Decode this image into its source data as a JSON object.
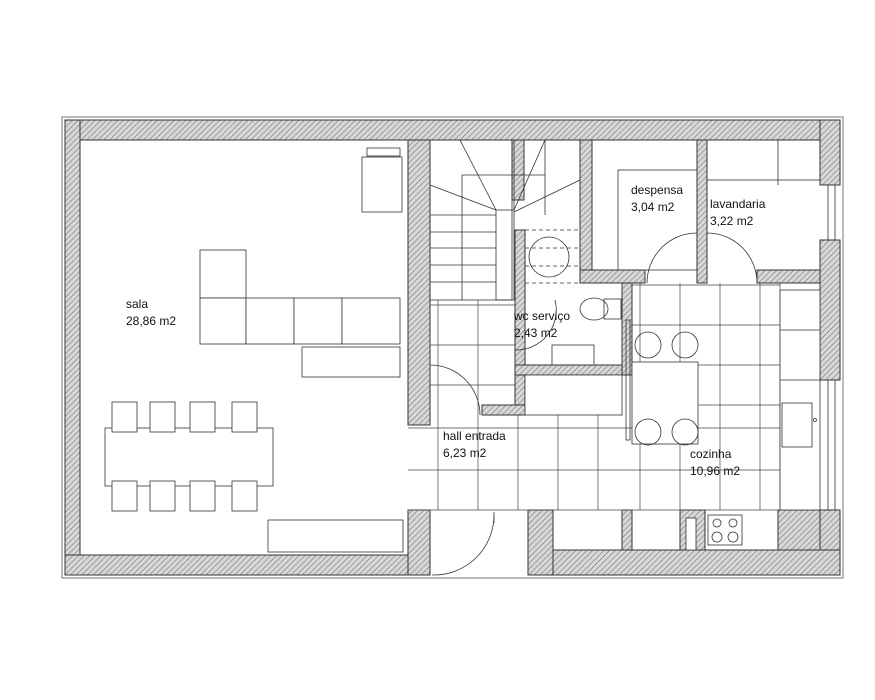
{
  "rooms": [
    {
      "name": "sala",
      "area": "28,86 m2"
    },
    {
      "name": "despensa",
      "area": "3,04 m2"
    },
    {
      "name": "lavandaria",
      "area": "3,22 m2"
    },
    {
      "name": "wc serviço",
      "area": "2,43 m2"
    },
    {
      "name": "hall entrada",
      "area": "6,23 m2"
    },
    {
      "name": "cozinha",
      "area": "10,96 m2"
    }
  ],
  "colors": {
    "wall_hatch": "#8a8a8a",
    "line": "#333333",
    "background": "#ffffff"
  }
}
